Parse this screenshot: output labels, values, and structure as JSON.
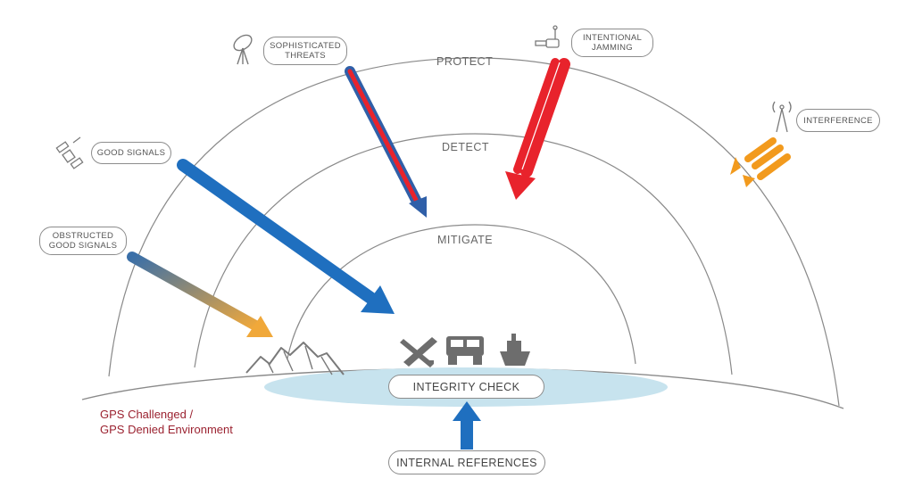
{
  "layers": {
    "protect": "PROTECT",
    "detect": "DETECT",
    "mitigate": "MITIGATE"
  },
  "sources": {
    "sophisticated_threats": [
      "SOPHISTICATED",
      "THREATS"
    ],
    "intentional_jamming": [
      "INTENTIONAL",
      "JAMMING"
    ],
    "interference": [
      "INTERFERENCE"
    ],
    "good_signals": [
      "GOOD SIGNALS"
    ],
    "obstructed_good_signals": [
      "OBSTRUCTED",
      "GOOD SIGNALS"
    ]
  },
  "integrity_check": "INTEGRITY CHECK",
  "internal_references": "INTERNAL REFERENCES",
  "environment": {
    "line1": "GPS Challenged /",
    "line2": "GPS Denied Environment"
  },
  "colors": {
    "good_signal": "#1f6fbf",
    "jamming": "#e8232c",
    "interference": "#f29a1d",
    "obstructed_start": "#3a6fa8",
    "obstructed_end": "#f0a83a",
    "arc": "#8a8a8a",
    "lake": "#c7e3ee",
    "env_text": "#9b2230"
  },
  "icons": [
    "satellite-dish-icon",
    "handheld-jammer-icon",
    "radio-tower-icon",
    "satellite-icon",
    "mountains-icon",
    "aircraft-icon",
    "ground-vehicle-icon",
    "ship-icon"
  ]
}
